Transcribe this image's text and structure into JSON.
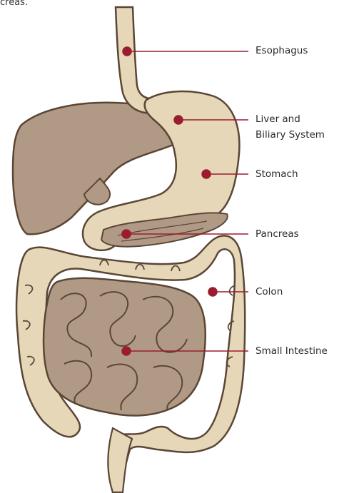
{
  "caption_fragment": "creas.",
  "labels": {
    "esophagus": "Esophagus",
    "liver_line1": "Liver and",
    "liver_line2": "Biliary System",
    "stomach": "Stomach",
    "pancreas": "Pancreas",
    "colon": "Colon",
    "small_intestine": "Small Intestine"
  },
  "colors": {
    "organ_fill_light": "#e6d7b8",
    "organ_fill_dark": "#b19a85",
    "organ_outline": "#5b4636",
    "marker": "#9b1c2e",
    "leader_line": "#9b1c2e",
    "label_text": "#2a2a2a"
  }
}
